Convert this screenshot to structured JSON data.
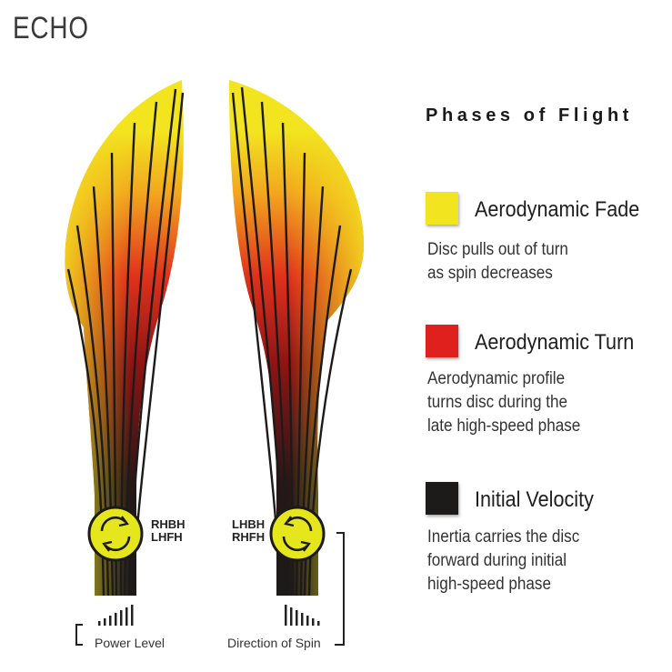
{
  "brand": "ECHO",
  "title": "Phases of Flight",
  "legend": [
    {
      "label": "Aerodynamic Fade",
      "color": "#f2e41f",
      "description": [
        "Disc pulls out of turn",
        "as spin decreases"
      ]
    },
    {
      "label": "Aerodynamic Turn",
      "color": "#e0201d",
      "description": [
        "Aerodynamic profile",
        "turns disc during the",
        "late high-speed phase"
      ]
    },
    {
      "label": "Initial Velocity",
      "color": "#1d1a1a",
      "description": [
        "Inertia carries the disc",
        "forward during initial",
        "high-speed phase"
      ]
    }
  ],
  "left_throw": {
    "codes": [
      "RHBH",
      "LHFH"
    ],
    "spin_icon": "rotation-arrows-icon"
  },
  "right_throw": {
    "codes": [
      "LHBH",
      "RHFH"
    ],
    "spin_icon": "rotation-arrows-icon"
  },
  "power_level_label": "Power Level",
  "direction_of_spin_label": "Direction of Spin",
  "colors": {
    "fade": "#f2e41f",
    "turn": "#e0201d",
    "velocity": "#1d1a1a",
    "spin_disc": "#e6e61c"
  }
}
